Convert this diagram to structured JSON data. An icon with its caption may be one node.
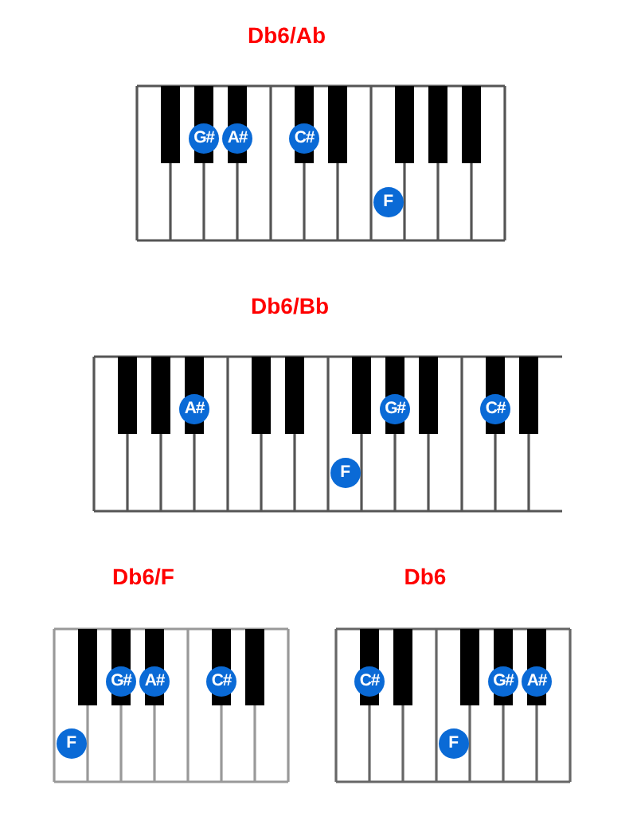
{
  "diagram": {
    "nodes": [
      {
        "text": [
          "Db6/Ab"
        ]
      },
      {
        "text": [
          "G#"
        ],
        "in": 0
      },
      {
        "text": [
          "A#"
        ],
        "in": 0
      },
      {
        "text": [
          "C#"
        ],
        "in": 0
      },
      {
        "text": [
          "F"
        ],
        "in": 0
      },
      {
        "text": [
          "Db6/Bb"
        ]
      },
      {
        "text": [
          "A#"
        ],
        "in": 5
      },
      {
        "text": [
          "G#"
        ],
        "in": 5
      },
      {
        "text": [
          "C#"
        ],
        "in": 5
      },
      {
        "text": [
          "F"
        ],
        "in": 5
      },
      {
        "text": [
          "Db6/F"
        ]
      },
      {
        "text": [
          "G#"
        ],
        "in": 10
      },
      {
        "text": [
          "A#"
        ],
        "in": 10
      },
      {
        "text": [
          "C#"
        ],
        "in": 10
      },
      {
        "text": [
          "F"
        ],
        "in": 10
      },
      {
        "text": [
          "Db6"
        ]
      },
      {
        "text": [
          "C#"
        ],
        "in": 15
      },
      {
        "text": [
          "G#"
        ],
        "in": 15
      },
      {
        "text": [
          "A#"
        ],
        "in": 15
      },
      {
        "text": [
          "F"
        ],
        "in": 15
      }
    ]
  }
}
